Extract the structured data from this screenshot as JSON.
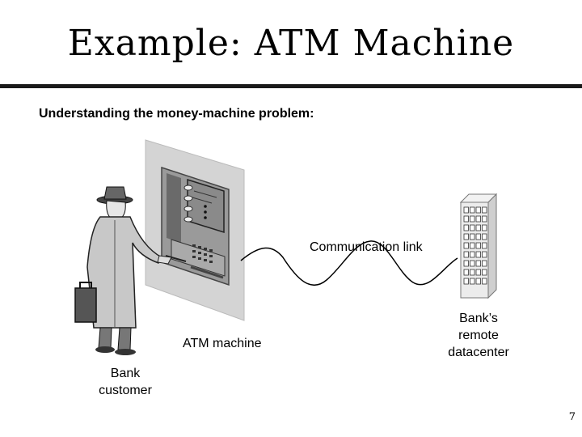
{
  "slide": {
    "title": "Example: ATM Machine",
    "subtitle": "Understanding the money-machine problem:",
    "page_number": "7"
  },
  "diagram": {
    "labels": {
      "communication_link": "Communication link",
      "atm_machine": "ATM machine",
      "bank_customer_line1": "Bank",
      "bank_customer_line2": "customer",
      "datacenter_line1": "Bank’s",
      "datacenter_line2": "remote",
      "datacenter_line3": "datacenter"
    }
  }
}
